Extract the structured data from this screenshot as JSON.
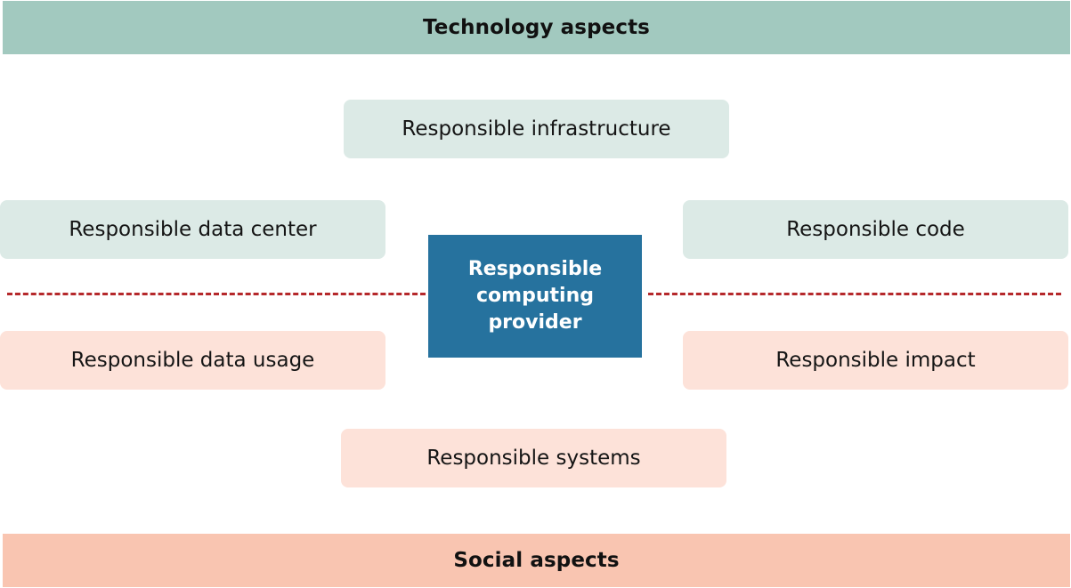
{
  "bands": {
    "top": "Technology aspects",
    "bottom": "Social aspects"
  },
  "center": {
    "line1": "Responsible",
    "line2": "computing",
    "line3": "provider"
  },
  "technology_items": {
    "infrastructure": "Responsible infrastructure",
    "data_center": "Responsible data center",
    "code": "Responsible code"
  },
  "social_items": {
    "data_usage": "Responsible data usage",
    "impact": "Responsible impact",
    "systems": "Responsible systems"
  },
  "colors": {
    "technology_band": "#a2c9bf",
    "technology_box": "#dceae6",
    "social_band": "#f9c5b1",
    "social_box": "#fde2d9",
    "center_box": "#26729e",
    "divider": "#b5282b"
  }
}
